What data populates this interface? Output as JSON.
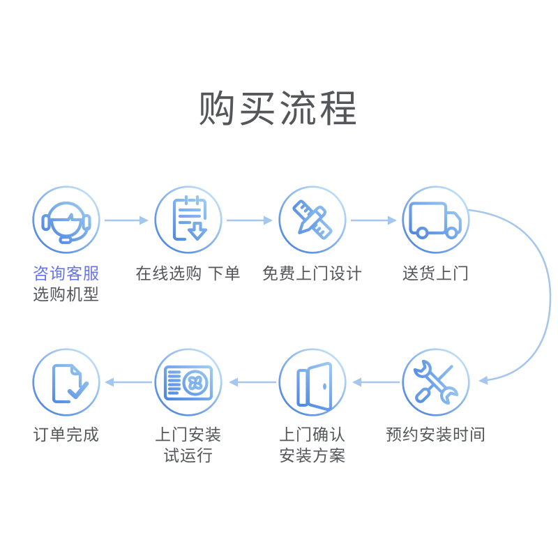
{
  "title": "购买流程",
  "colors": {
    "accent_label": "#6674F0",
    "label_text": "#54565A",
    "title_text": "#54565A",
    "arrow": "#A5C7EE",
    "ring_gradient_start": "#4F86DF",
    "ring_gradient_end": "#C2E1F8",
    "icon_gradient_start": "#4A83E0",
    "icon_gradient_end": "#A3D0F3",
    "background": "#FFFFFF"
  },
  "flow": {
    "direction_note": "top row flows left-to-right, curve down on right, bottom row flows right-to-left",
    "stations": [
      {
        "icon": "customer-service-headset-icon",
        "line1": "咨询客服",
        "line2": "选购机型"
      },
      {
        "icon": "order-list-download-icon",
        "line1": "在线选购 下单",
        "line2": ""
      },
      {
        "icon": "ruler-pencil-design-icon",
        "line1": "免费上门设计",
        "line2": ""
      },
      {
        "icon": "delivery-truck-icon",
        "line1": "送货上门",
        "line2": ""
      },
      {
        "icon": "wrench-screwdriver-icon",
        "line1": "预约安装时间",
        "line2": ""
      },
      {
        "icon": "door-visit-icon",
        "line1": "上门确认",
        "line2": "安装方案"
      },
      {
        "icon": "ac-unit-fan-icon",
        "line1": "上门安装",
        "line2": "试运行"
      },
      {
        "icon": "document-check-icon",
        "line1": "订单完成",
        "line2": ""
      }
    ]
  }
}
